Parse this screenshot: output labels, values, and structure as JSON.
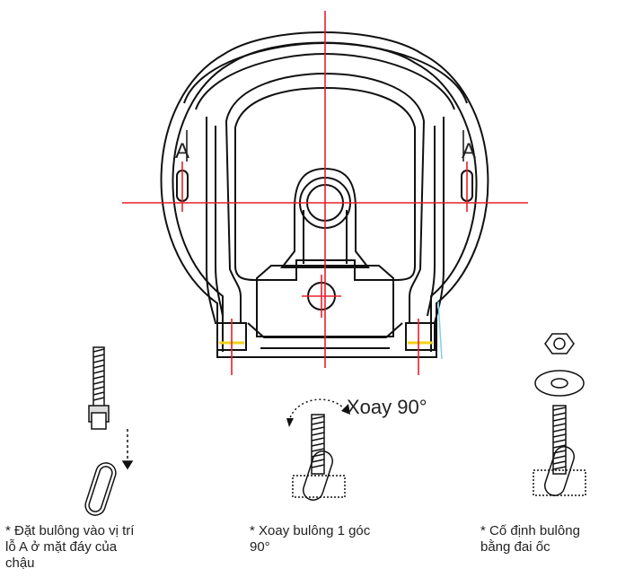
{
  "diagram": {
    "hole_label_left": "A",
    "hole_label_right": "A",
    "rotate_label": "Xoay 90°"
  },
  "captions": {
    "step1": [
      "* Đặt bulông vào vị trí",
      "lỗ A ở mặt đáy của",
      "chậu"
    ],
    "step2": [
      "* Xoay bulông 1 góc",
      "90°"
    ],
    "step3": [
      "* Cố định bulông",
      "bằng đai ốc"
    ]
  },
  "colors": {
    "outline": "#111111",
    "center_line": "#e8202a",
    "highlight": "#f2d21a",
    "accent": "#7fd0e8"
  }
}
